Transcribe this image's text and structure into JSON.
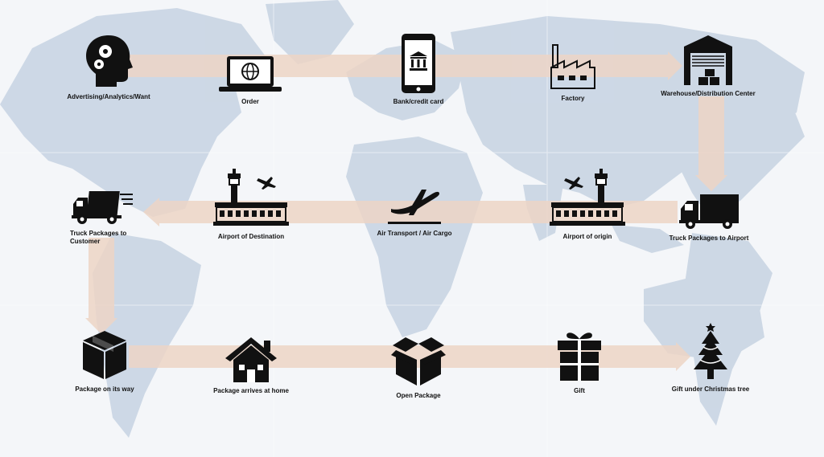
{
  "steps": [
    {
      "id": "advertising",
      "label": "Advertising/Analytics/Want",
      "icon": "head-gears-icon"
    },
    {
      "id": "order",
      "label": "Order",
      "icon": "laptop-globe-icon"
    },
    {
      "id": "bank",
      "label": "Bank/credit card",
      "icon": "phone-bank-icon"
    },
    {
      "id": "factory",
      "label": "Factory",
      "icon": "factory-icon"
    },
    {
      "id": "warehouse",
      "label": "Warehouse/Distribution Center",
      "icon": "warehouse-icon"
    },
    {
      "id": "truck-to-airport",
      "label": "Truck Packages to Airport",
      "icon": "truck-icon"
    },
    {
      "id": "airport-origin",
      "label": "Airport of origin",
      "icon": "airport-tower-icon"
    },
    {
      "id": "air-transport",
      "label": "Air Transport / Air Cargo",
      "icon": "airplane-takeoff-icon"
    },
    {
      "id": "airport-destination",
      "label": "Airport of Destination",
      "icon": "airport-tower-icon"
    },
    {
      "id": "truck-to-customer",
      "label": "Truck Packages to Customer",
      "icon": "truck-moving-icon"
    },
    {
      "id": "package-on-way",
      "label": "Package on its way",
      "icon": "box-icon"
    },
    {
      "id": "package-home",
      "label": "Package arrives at home",
      "icon": "house-icon"
    },
    {
      "id": "open-package",
      "label": "Open Package",
      "icon": "open-box-icon"
    },
    {
      "id": "gift",
      "label": "Gift",
      "icon": "gift-icon"
    },
    {
      "id": "gift-tree",
      "label": "Gift under Christmas tree",
      "icon": "christmas-tree-icon"
    }
  ],
  "colors": {
    "arrow": "#ecd5c6",
    "map_land": "#c9d5e3",
    "background": "#f4f6f9",
    "icon": "#111111"
  }
}
